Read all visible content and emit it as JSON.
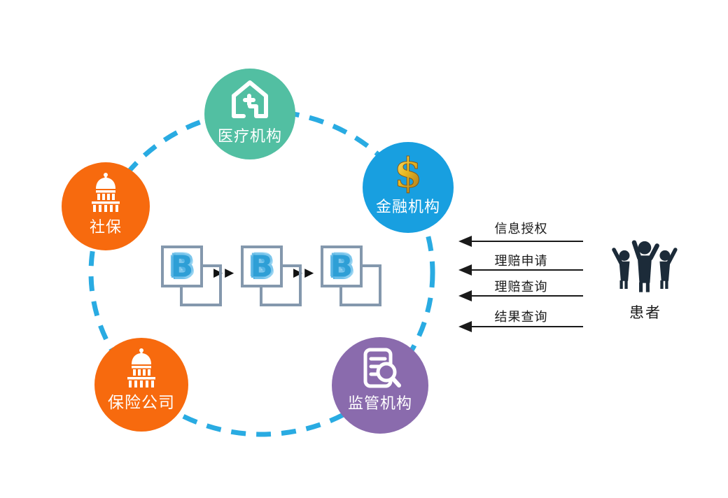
{
  "diagram_title": "",
  "nodes": [
    {
      "id": "medical",
      "label": "医疗机构",
      "color": "#52BFA2",
      "icon": "hospital-house-icon"
    },
    {
      "id": "finance",
      "label": "金融机构",
      "color": "#189FE0",
      "icon": "dollar-icon"
    },
    {
      "id": "social",
      "label": "社保",
      "color": "#F76A0E",
      "icon": "government-building-icon"
    },
    {
      "id": "insurance",
      "label": "保险公司",
      "color": "#F76A0E",
      "icon": "government-building-icon"
    },
    {
      "id": "regulator",
      "label": "监管机构",
      "color": "#8A6BAD",
      "icon": "document-search-icon"
    }
  ],
  "blockchain": {
    "block_count": 3,
    "block_letter": "B",
    "arrow_glyph": "▶▶",
    "block_border_color": "#8498AD",
    "block_letter_color": "#2E9FD6"
  },
  "flows": [
    {
      "label": "信息授权"
    },
    {
      "label": "理赔申请"
    },
    {
      "label": "理赔查询"
    },
    {
      "label": "结果查询"
    }
  ],
  "actor": {
    "label": "患者",
    "icon": "people-cheering-icon",
    "color": "#1C2B39"
  },
  "icons": {
    "dollar_glyph": "$"
  },
  "colors": {
    "dashed_ring": "#29ABE2",
    "flow_arrow": "#1a1a1a",
    "node_text": "#ffffff"
  }
}
